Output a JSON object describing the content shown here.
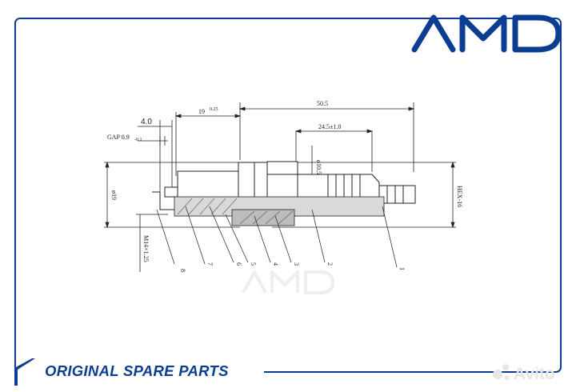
{
  "brand": {
    "logo_text": "AMD",
    "color": "#0b3e93"
  },
  "footer": {
    "tagline": "ORIGINAL SPARE PARTS"
  },
  "watermark": {
    "text": "Avito"
  },
  "dimensions": {
    "gap_label": "GAP 0.9",
    "gap_tol": "-0.1",
    "d_4": "4.0",
    "d_19": "19",
    "d_19_tol": "0.25",
    "d_50_5": "50.5",
    "d_24_5": "24.5±1.0",
    "d_10_5": "ø10.5",
    "d_phi19": "ø19",
    "hex": "HEX-16",
    "thread": "M14×1.25"
  },
  "part_numbers": [
    "8",
    "7",
    "6",
    "5",
    "4",
    "3",
    "2",
    "1"
  ]
}
